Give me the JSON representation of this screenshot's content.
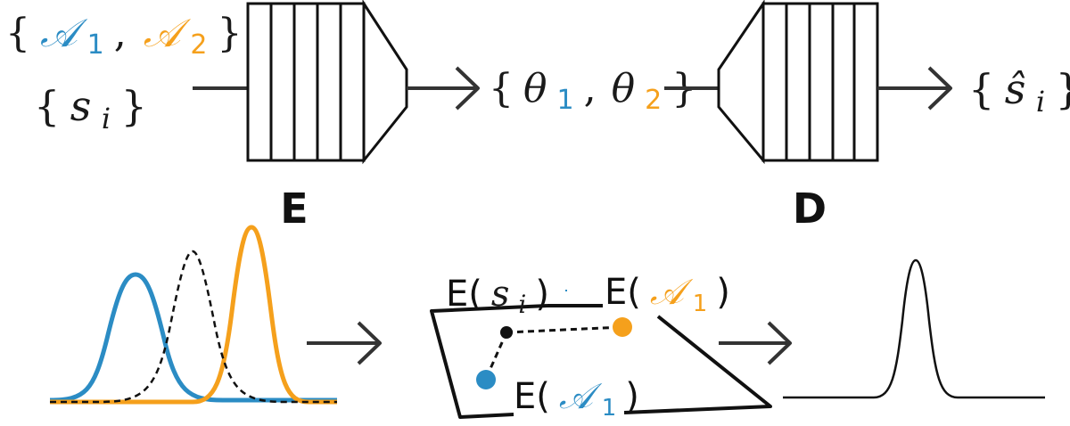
{
  "colors": {
    "blue": "#2b8cc4",
    "orange": "#f5a01c",
    "ink": "#1a1a1a",
    "arrow": "#333333"
  },
  "inputs": {
    "cal_a1": "𝒜",
    "sub_1": "1",
    "cal_a2": "𝒜",
    "sub_2": "2",
    "brace_open": "{",
    "brace_close": "}",
    "comma": ",",
    "s_letter": "s",
    "s_sub": "i"
  },
  "latent": {
    "theta": "θ",
    "sub_1": "1",
    "sub_2": "2"
  },
  "output": {
    "s_hat": "ŝ",
    "s_sub": "i"
  },
  "blocks": {
    "encoder_label": "E",
    "decoder_label": "D"
  },
  "latent_plane": {
    "e_s_prefix": "E(",
    "e_s_letter": "s",
    "e_s_sub": "i",
    "e_close": ")",
    "e_a1_prefix": "E(",
    "e_a1_cal": "𝒜",
    "e_a1_sub": "1",
    "e_a1_close": ")",
    "e_a1b_prefix": "E(",
    "e_a1b_cal": "𝒜",
    "e_a1b_sub": "1",
    "e_a1b_close": ")"
  },
  "icons": {
    "encoder": "encoder-block-icon",
    "decoder": "decoder-block-icon",
    "arrow": "right-arrow-icon"
  }
}
